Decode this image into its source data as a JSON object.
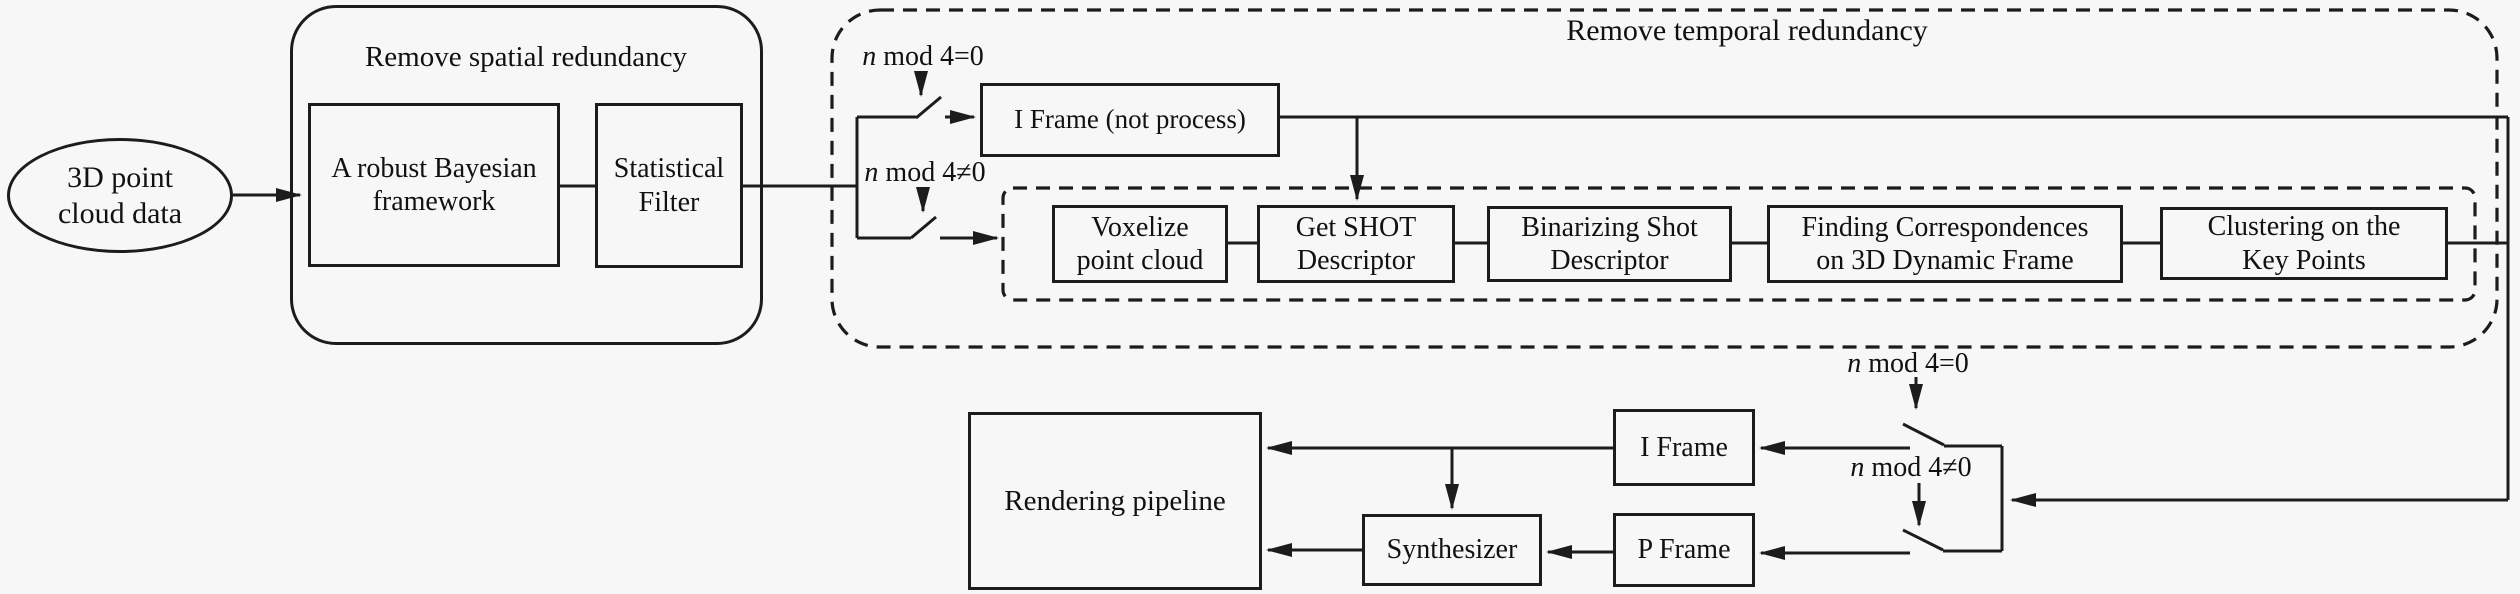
{
  "figure": {
    "background": "#f7f7f7",
    "line_color": "#1c1c1c",
    "groups": {
      "spatial": "Remove spatial redundancy",
      "temporal": "Remove temporal redundancy"
    },
    "nodes": {
      "input": "3D point\ncloud data",
      "bayesian": "A robust Bayesian\nframework",
      "statistical": "Statistical\nFilter",
      "iframe_not_process": "I Frame (not process)",
      "voxelize": "Voxelize\npoint cloud",
      "get_shot": "Get SHOT\nDescriptor",
      "binarizing": "Binarizing Shot\nDescriptor",
      "finding": "Finding Correspondences\non 3D Dynamic Frame",
      "clustering": "Clustering on the\nKey Points",
      "rendering": "Rendering pipeline",
      "synthesizer": "Synthesizer",
      "iframe": "I Frame",
      "pframe": "P Frame"
    },
    "switch_labels": {
      "var": "n",
      "eq": " mod 4=0",
      "neq": " mod 4≠0"
    }
  }
}
